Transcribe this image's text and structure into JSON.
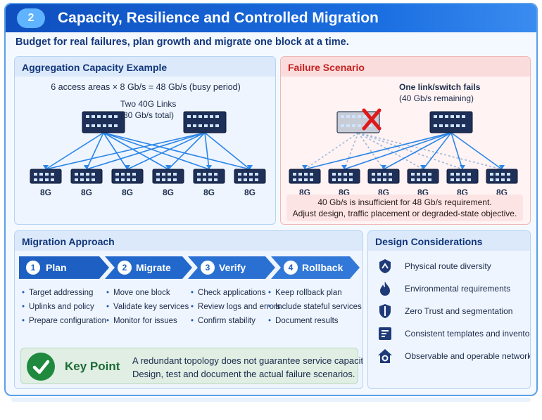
{
  "header": {
    "badge": "2",
    "title": "Capacity, Resilience and Controlled Migration",
    "subtitle": "Budget for real failures, plan growth and migrate one block at a time."
  },
  "aggregation": {
    "title": "Aggregation Capacity Example",
    "formula": "6 access areas × 8 Gb/s = 48 Gb/s (busy period)",
    "links_line1": "Two 40G Links",
    "links_line2": "(80 Gb/s total)",
    "access_labels": [
      "8G",
      "8G",
      "8G",
      "8G",
      "8G",
      "8G"
    ]
  },
  "failure": {
    "title": "Failure Scenario",
    "fail_line1": "One link/switch fails",
    "fail_line2": "(40 Gb/s remaining)",
    "access_labels": [
      "8G",
      "8G",
      "8G",
      "8G",
      "8G",
      "8G"
    ],
    "note_line1": "40 Gb/s is insufficient for 48 Gb/s requirement.",
    "note_line2": "Adjust design, traffic placement or degraded-state objective."
  },
  "migration": {
    "title": "Migration Approach",
    "steps": [
      {
        "num": "1",
        "label": "Plan",
        "items": [
          "Target addressing",
          "Uplinks and policy",
          "Prepare configuration"
        ]
      },
      {
        "num": "2",
        "label": "Migrate",
        "items": [
          "Move one block",
          "Validate key services",
          "Monitor for issues"
        ]
      },
      {
        "num": "3",
        "label": "Verify",
        "items": [
          "Check applications",
          "Review logs and errors",
          "Confirm stability"
        ]
      },
      {
        "num": "4",
        "label": "Rollback",
        "items": [
          "Keep rollback plan",
          "Include stateful services",
          "Document results"
        ]
      }
    ],
    "key_point_label": "Key Point",
    "key_point_line1": "A redundant topology does not guarantee service capacity.",
    "key_point_line2": "Design, test and document the actual failure scenarios."
  },
  "design": {
    "title": "Design Considerations",
    "items": [
      {
        "icon": "route-diversity-icon",
        "label": "Physical route diversity"
      },
      {
        "icon": "flame-icon",
        "label": "Environmental requirements"
      },
      {
        "icon": "shield-icon",
        "label": "Zero Trust and segmentation"
      },
      {
        "icon": "template-icon",
        "label": "Consistent templates and inventory"
      },
      {
        "icon": "house-gear-icon",
        "label": "Observable and operable network"
      }
    ]
  },
  "colors": {
    "header": "#1a6ee0",
    "step": "#1d5fc2",
    "failure": "#c62020",
    "key_point": "#1f8a3e",
    "switch": "#1e2f58",
    "link": "#2b86e8"
  }
}
